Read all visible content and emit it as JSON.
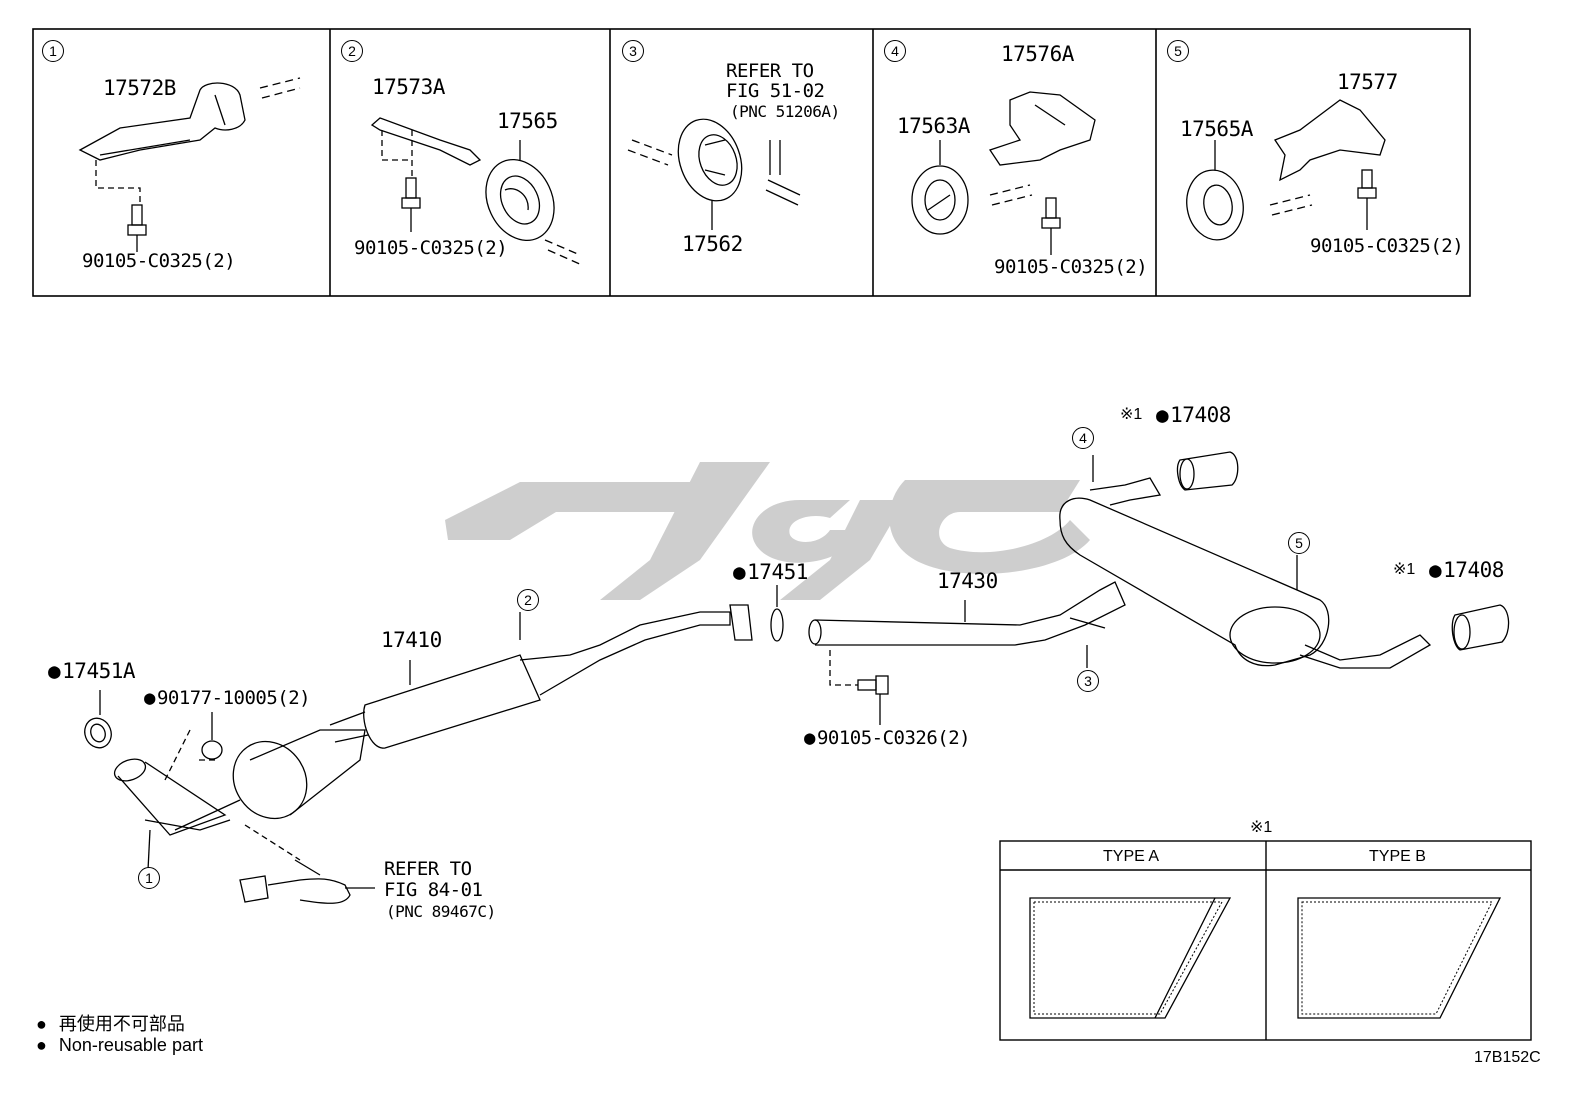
{
  "colors": {
    "ink": "#000000",
    "watermark": "#c8c8c8",
    "background": "#ffffff"
  },
  "boxes": [
    {
      "id": "1",
      "parts": [
        "17572B"
      ],
      "bolt": "90105-C0325(2)"
    },
    {
      "id": "2",
      "parts": [
        "17573A",
        "17565"
      ],
      "bolt": "90105-C0325(2)"
    },
    {
      "id": "3",
      "refer": [
        "REFER TO",
        "FIG 51-02",
        "(PNC 51206A)"
      ],
      "parts": [
        "17562"
      ]
    },
    {
      "id": "4",
      "parts": [
        "17576A",
        "17563A"
      ],
      "bolt": "90105-C0325(2)"
    },
    {
      "id": "5",
      "parts": [
        "17577",
        "17565A"
      ],
      "bolt": "90105-C0325(2)"
    }
  ],
  "main": {
    "callouts": [
      "1",
      "2",
      "3",
      "4",
      "5"
    ],
    "parts": {
      "p17451A": "17451A",
      "p90177": "90177-10005(2)",
      "p17410": "17410",
      "p17451": "17451",
      "p17430": "17430",
      "p90105_c0326": "90105-C0326(2)",
      "p17408_top": "17408",
      "p17408_right": "17408",
      "note_mark": "※1"
    },
    "refer": [
      "REFER TO",
      "FIG 84-01",
      "(PNC 89467C)"
    ]
  },
  "type_table": {
    "heading": "※1",
    "columns": [
      "TYPE A",
      "TYPE B"
    ]
  },
  "legend": {
    "items": [
      {
        "bullet": "●",
        "text": "再使用不可部品"
      },
      {
        "bullet": "●",
        "text": "Non-reusable part"
      }
    ]
  },
  "diagram_code": "17B152C"
}
